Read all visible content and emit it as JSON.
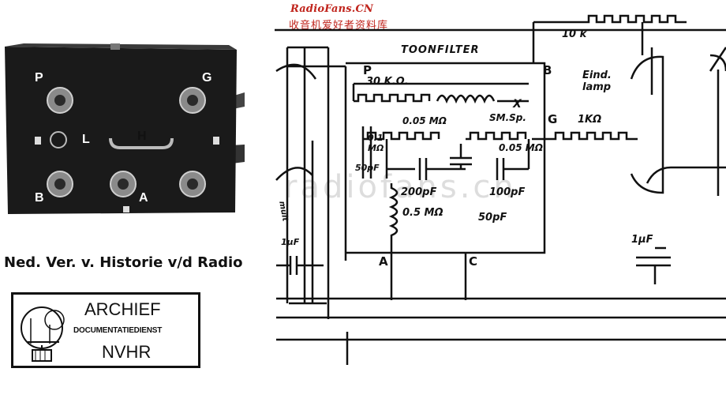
{
  "watermark": {
    "site": "RadioFans.CN",
    "site_cn": "收音机爱好者资料库",
    "center": "radiofans.cn"
  },
  "socket": {
    "pins": [
      "P",
      "G",
      "L",
      "H",
      "B",
      "A"
    ]
  },
  "caption": "Ned. Ver. v. Historie v/d Radio",
  "stamp": {
    "line1": "ARCHIEF",
    "line2": "DOCUMENTATIEDIENST",
    "line3": "NVHR"
  },
  "schematic": {
    "title": "TOONFILTER",
    "terminals": [
      "P",
      "B",
      "G",
      "A",
      "C"
    ],
    "labels": {
      "r_top": "10 k",
      "r30k": "30 K.Ω.",
      "coil": "SM.Sp.",
      "r005a": "0.05 MΩ",
      "r005b": "0.05 MΩ",
      "r01": "0.1 MΩ",
      "c50pf_side": "50pF",
      "c200": "200pF",
      "r05": "0.5 MΩ",
      "c100": "100pF",
      "c50": "50pF",
      "lamp": "Eind. lamp",
      "r1k": "1KΩ",
      "cap_left": "1μF",
      "cap_right": "1μF",
      "x": "X",
      "mark_left": "mult"
    }
  }
}
